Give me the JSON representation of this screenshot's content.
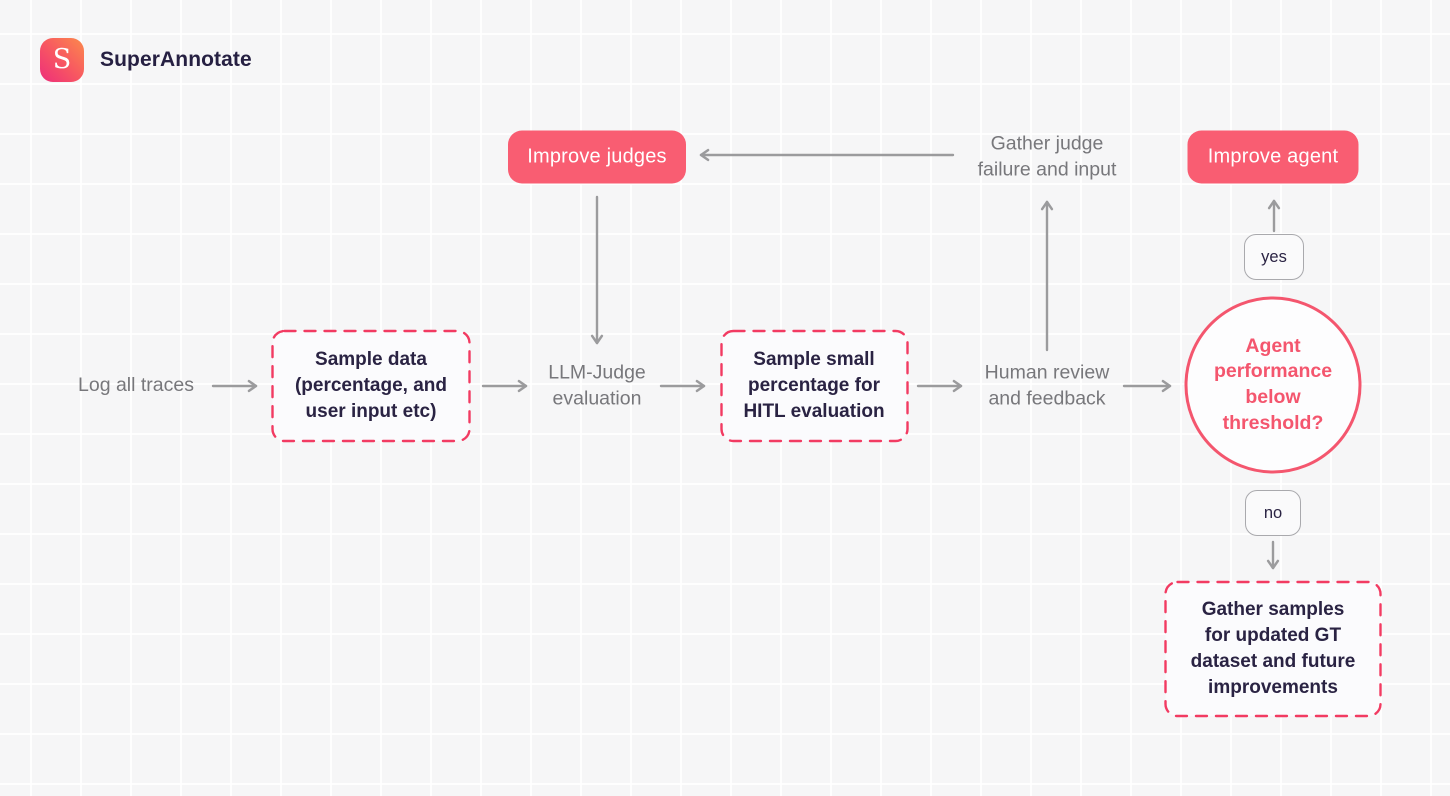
{
  "brand": {
    "name": "SuperAnnotate",
    "logo_letter": "S"
  },
  "nodes": {
    "log_traces": {
      "label": "Log all traces"
    },
    "sample_data": {
      "label": "Sample data\n(percentage, and\nuser input etc)"
    },
    "llm_judge": {
      "label": "LLM-Judge\nevaluation"
    },
    "sample_small": {
      "label": "Sample small\npercentage for\nHITL evaluation"
    },
    "human_review": {
      "label": "Human review\nand feedback"
    },
    "improve_judges": {
      "label": "Improve judges"
    },
    "gather_judge": {
      "label": "Gather judge\nfailure and input"
    },
    "improve_agent": {
      "label": "Improve agent"
    },
    "decision": {
      "label": "Agent\nperformance\nbelow\nthreshold?"
    },
    "yes": {
      "label": "yes"
    },
    "no": {
      "label": "no"
    },
    "gather_samples": {
      "label": "Gather samples\nfor updated GT\ndataset and future\nimprovements"
    }
  },
  "colors": {
    "accent_pink": "#f95d72",
    "dashed_pink": "#f23b62",
    "circle_pink": "#f4566e",
    "dark_text": "#2a2343",
    "gray_text": "#77777b",
    "arrow_gray": "#9b9b9d",
    "background": "#f6f6f7"
  }
}
